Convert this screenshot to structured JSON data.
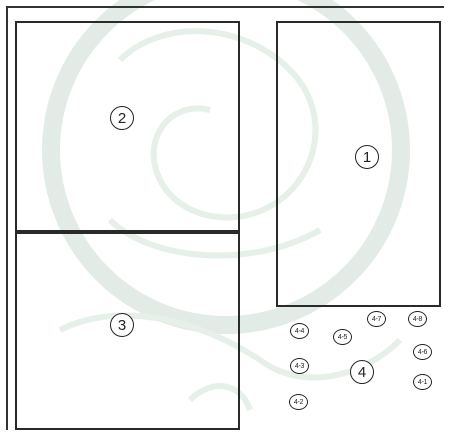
{
  "areas": [
    {
      "id": "area-1",
      "label": "1"
    },
    {
      "id": "area-2",
      "label": "2"
    },
    {
      "id": "area-3",
      "label": "3"
    }
  ],
  "group4": {
    "main_label": "4",
    "sub_labels": [
      "4-1",
      "4-2",
      "4-3",
      "4-4",
      "4-5",
      "4-6",
      "4-7",
      "4-8"
    ]
  },
  "colors": {
    "line": "#2a2a2a",
    "watermark": "#dfe9e2"
  }
}
